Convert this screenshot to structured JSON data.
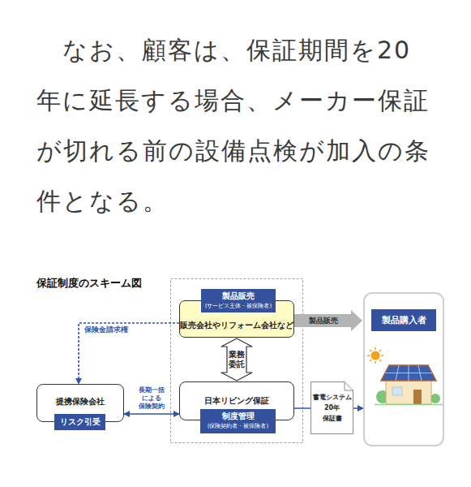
{
  "diagram": {
    "title": "保証制度のスキーム図",
    "nodes": [
      {
        "text": [
          "製品販売 (サービス主体・被保険者)",
          "販売会社やリフォーム会社など"
        ]
      },
      {
        "text": [
          "製品購入者"
        ]
      },
      {
        "text": [
          "提携保険会社",
          "リスク引受"
        ]
      },
      {
        "text": [
          "日本リビング保証",
          "制度管理 (保険契約者・被保険者)"
        ]
      },
      {
        "text": [
          "蓄電システム 20年 保証書"
        ]
      }
    ],
    "edges": [
      {
        "from": 0,
        "to": 1,
        "arrow": "to",
        "label": "製品販売"
      },
      {
        "from": 0,
        "to": 3,
        "arrow": "both",
        "label": "業務 委託"
      },
      {
        "from": 0,
        "to": 2,
        "arrow": "to",
        "label": "保険金請求権"
      },
      {
        "from": 2,
        "to": 3,
        "arrow": "both",
        "label": "長期一括 による 保険契約"
      },
      {
        "from": 3,
        "to": 1,
        "arrow": "to"
      }
    ],
    "labels": [
      "なお、顧客は、保証期間を20年に延長する場合、メーカー保証が切れる前の設備点検が加入の条件となる。"
    ]
  }
}
